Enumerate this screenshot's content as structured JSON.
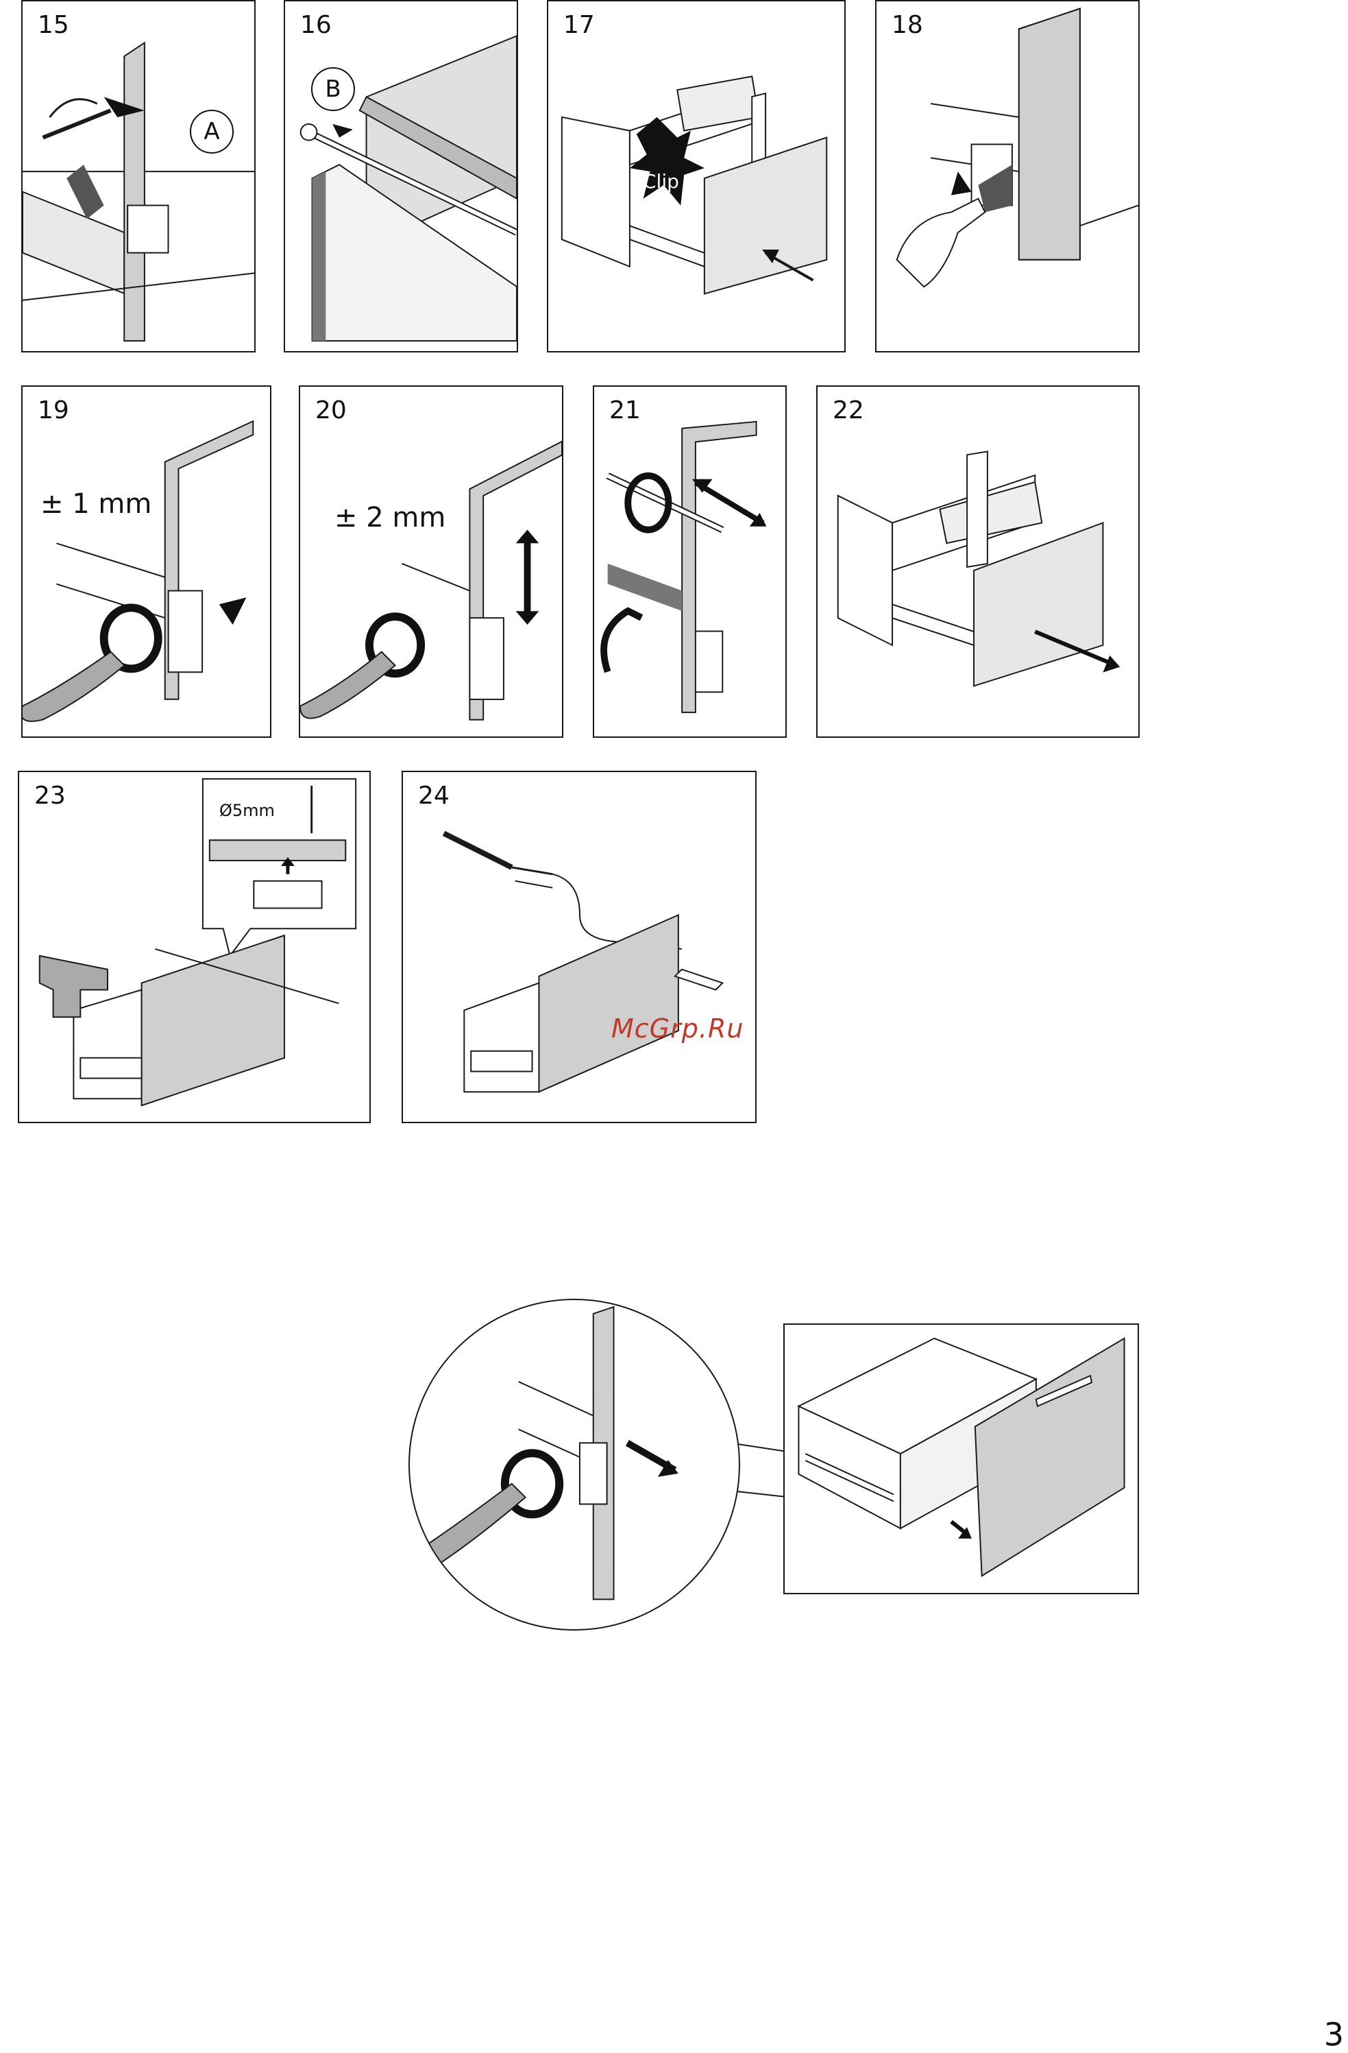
{
  "steps": [
    {
      "number": "15",
      "callout": "A"
    },
    {
      "number": "16",
      "callout": "B"
    },
    {
      "number": "17",
      "clip_label": "Clip"
    },
    {
      "number": "18"
    },
    {
      "number": "19",
      "dimension": "± 1 mm"
    },
    {
      "number": "20",
      "dimension": "± 2 mm"
    },
    {
      "number": "21"
    },
    {
      "number": "22"
    },
    {
      "number": "23",
      "drill_size": "Ø5mm"
    },
    {
      "number": "24"
    }
  ],
  "watermark": "McGrp.Ru",
  "page_number": "3",
  "colors": {
    "line": "#1a1a1a",
    "panel_gray": "#cfcfcf",
    "dark_gray": "#8a8a8a",
    "board_gray": "#bdbdbd",
    "watermark": "#c0392b"
  }
}
